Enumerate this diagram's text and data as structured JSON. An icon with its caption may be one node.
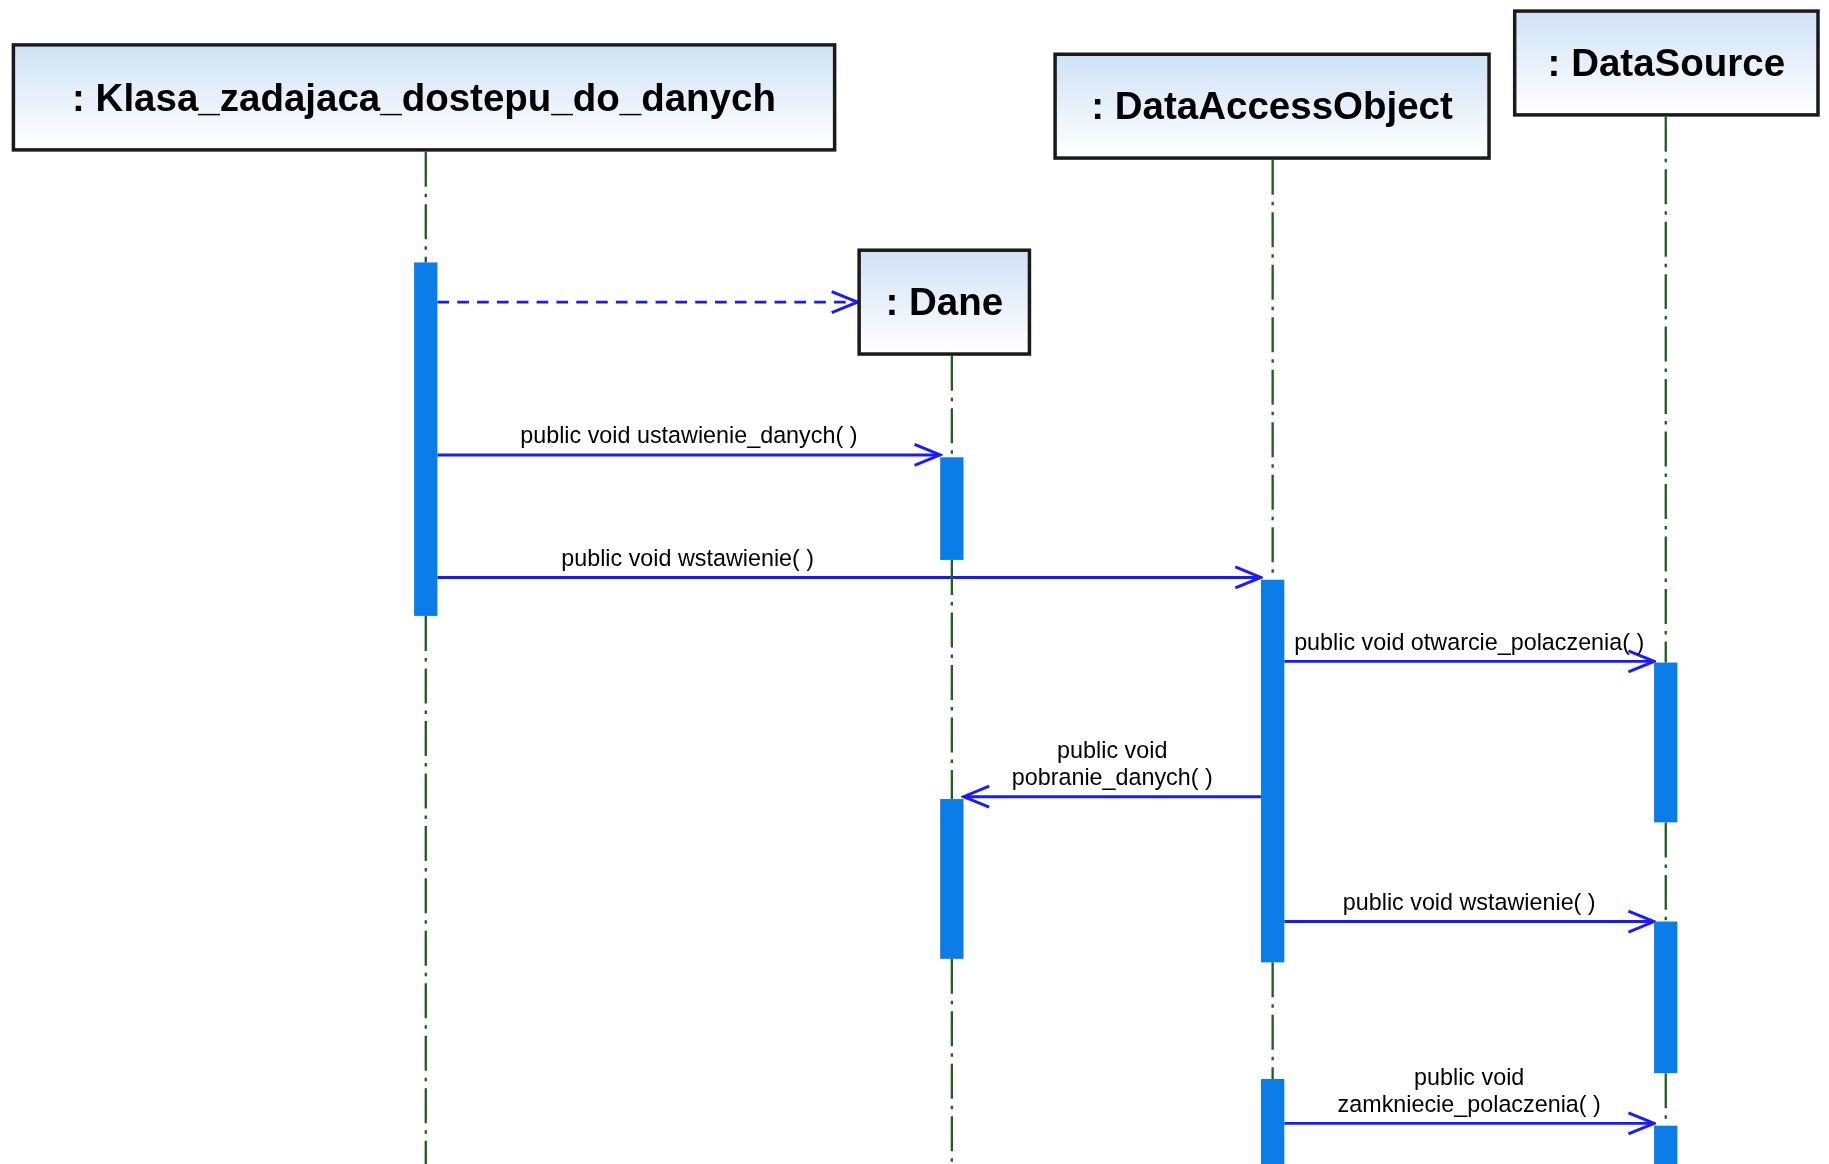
{
  "diagram": {
    "nodes": [
      {
        "text": [
          ": Klasa_zadajaca_dostepu_do_danych"
        ]
      },
      {
        "text": [
          ": DataAccessObject"
        ]
      },
      {
        "text": [
          ": DataSource"
        ]
      },
      {
        "text": [
          ": Dane"
        ]
      },
      {
        "text": [],
        "shape": "bar"
      },
      {
        "text": [],
        "shape": "bar"
      },
      {
        "text": [],
        "shape": "bar"
      },
      {
        "text": [],
        "shape": "bar"
      },
      {
        "text": [],
        "shape": "bar"
      },
      {
        "text": [],
        "shape": "bar"
      },
      {
        "text": [],
        "shape": "bar"
      },
      {
        "text": [],
        "shape": "bar"
      }
    ],
    "edges": [
      {
        "from": 4,
        "to": 3,
        "arrow": "to",
        "style": "dashed",
        "color": "#1a1aff"
      },
      {
        "from": 4,
        "to": 5,
        "arrow": "to",
        "label": "public void ustawienie_danych( )",
        "color": "#1a1aff"
      },
      {
        "from": 4,
        "to": 6,
        "arrow": "to",
        "label": "public void wstawienie( )",
        "color": "#1a1aff"
      },
      {
        "from": 6,
        "to": 7,
        "arrow": "to",
        "label": "public void otwarcie_polaczenia( )",
        "color": "#1a1aff"
      },
      {
        "from": 6,
        "to": 8,
        "arrow": "to",
        "label": "public void pobranie_danych( )",
        "color": "#1a1aff"
      },
      {
        "from": 6,
        "to": 9,
        "arrow": "to",
        "label": "public void wstawienie( )",
        "color": "#1a1aff"
      },
      {
        "from": 10,
        "to": 11,
        "arrow": "to",
        "label": "public void zamkniecie_polaczenia( )",
        "color": "#1a1aff"
      },
      {
        "from": 0,
        "to": 4,
        "arrow": "none",
        "style": "dashed",
        "color": "#1f5f1f"
      },
      {
        "from": 4,
        "to": null,
        "arrow": "none",
        "style": "dashed",
        "color": "#1f5f1f"
      },
      {
        "from": 3,
        "to": 5,
        "arrow": "none",
        "style": "dashed",
        "color": "#1f5f1f"
      },
      {
        "from": 5,
        "to": 8,
        "arrow": "none",
        "style": "dashed",
        "color": "#1f5f1f"
      },
      {
        "from": 8,
        "to": null,
        "arrow": "none",
        "style": "dashed",
        "color": "#1f5f1f"
      },
      {
        "from": 1,
        "to": 6,
        "arrow": "none",
        "style": "dashed",
        "color": "#1f5f1f"
      },
      {
        "from": 6,
        "to": 10,
        "arrow": "none",
        "style": "dashed",
        "color": "#1f5f1f"
      },
      {
        "from": 2,
        "to": 7,
        "arrow": "none",
        "style": "dashed",
        "color": "#1f5f1f"
      },
      {
        "from": 7,
        "to": 9,
        "arrow": "none",
        "style": "dashed",
        "color": "#1f5f1f"
      },
      {
        "from": 9,
        "to": 11,
        "arrow": "none",
        "style": "dashed",
        "color": "#1f5f1f"
      }
    ]
  }
}
